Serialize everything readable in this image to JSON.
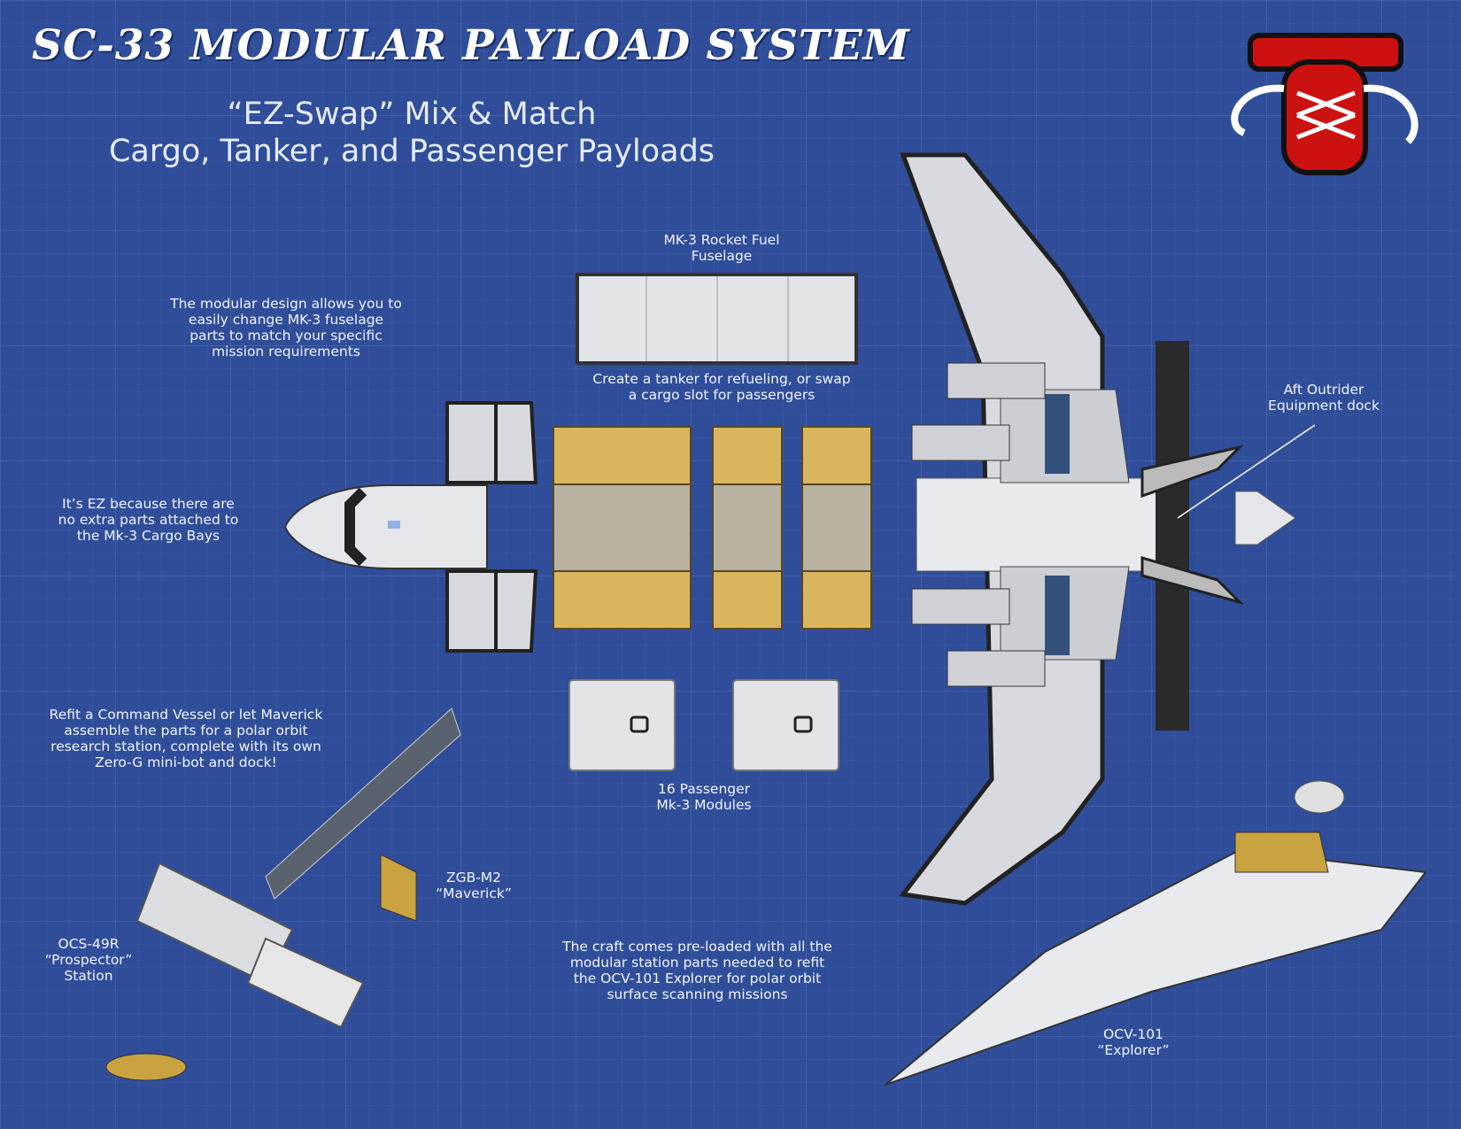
{
  "header": {
    "title": "SC-33 MODULAR PAYLOAD SYSTEM",
    "subtitle_line1": "“EZ-Swap” Mix & Match",
    "subtitle_line2": "Cargo, Tanker, and Passenger Payloads"
  },
  "logo": {
    "letter": "T",
    "colors": {
      "red": "#cc1111",
      "black": "#111111",
      "lace": "#ffffff"
    }
  },
  "notes": {
    "modular": [
      "The modular design allows you to",
      "easily change MK-3 fuselage",
      "parts to match your specific",
      "mission requirements"
    ],
    "ez": [
      "It’s EZ because there are",
      "no extra parts attached to",
      "the Mk-3 Cargo Bays"
    ],
    "refit": [
      "Refit a Command Vessel or let Maverick",
      "assemble the parts for a polar orbit",
      "research station, complete with its own",
      "Zero-G mini-bot and dock!"
    ],
    "preloaded": [
      "The craft comes pre-loaded with all the",
      "modular station parts needed to refit",
      "the OCV-101 Explorer for polar orbit",
      "surface scanning missions"
    ],
    "tanker": [
      "Create a tanker for refueling, or swap",
      "a cargo slot for passengers"
    ]
  },
  "labels": {
    "fuel": [
      "MK-3 Rocket Fuel",
      "Fuselage"
    ],
    "aft": [
      "Aft Outrider",
      "Equipment dock"
    ],
    "passenger": [
      "16 Passenger",
      "Mk-3 Modules"
    ],
    "maverick": [
      "ZGB-M2",
      "“Maverick”"
    ],
    "prospector": [
      "OCS-49R",
      "“Prospector”",
      "Station"
    ],
    "explorer": [
      "OCV-101",
      "“Explorer”"
    ]
  },
  "colors": {
    "background": "#2f4d99",
    "hull": "#e4e6ea",
    "cargo": "#d9b55e",
    "dark": "#333333"
  }
}
